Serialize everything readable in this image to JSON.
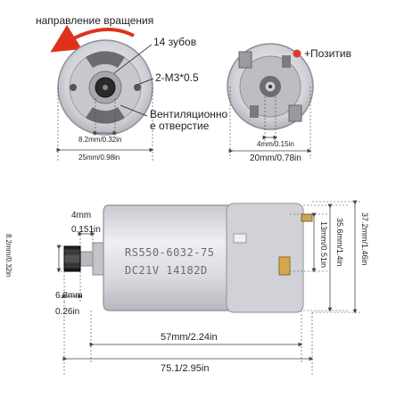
{
  "labels": {
    "rotation_direction": "направление вращения",
    "teeth": "14 зубов",
    "screws": "2-M3*0.5",
    "vent_line1": "Вентиляционно",
    "vent_line2": "е отверстие",
    "positive": "+Позитив",
    "front_inner_dim": "8.2mm/0.32in",
    "front_outer_dim": "25mm/0.98in",
    "back_inner_dim": "4mm/0.15in",
    "back_outer_dim": "20mm/0.78in",
    "shaft_len_mm": "4mm",
    "shaft_len_in": "0.151in",
    "gear_dia": "8.2mm/0.32in",
    "gear_len_mm": "6.8mm",
    "gear_len_in": "0.26in",
    "motor_model": "RS550-6032-75",
    "motor_voltage": "DC21V  14182D",
    "body_length": "57mm/2.24in",
    "total_length": "75.1/2.95in",
    "terminal_height": "13mm/0.51in",
    "can_diameter": "35.6mm/1.4in",
    "overall_height": "37.2mm/1.46in"
  },
  "colors": {
    "arrow_red": "#e0311f",
    "positive_red": "#d93a2b",
    "can_silver": "#dcdde3",
    "dim_line": "#444444"
  }
}
